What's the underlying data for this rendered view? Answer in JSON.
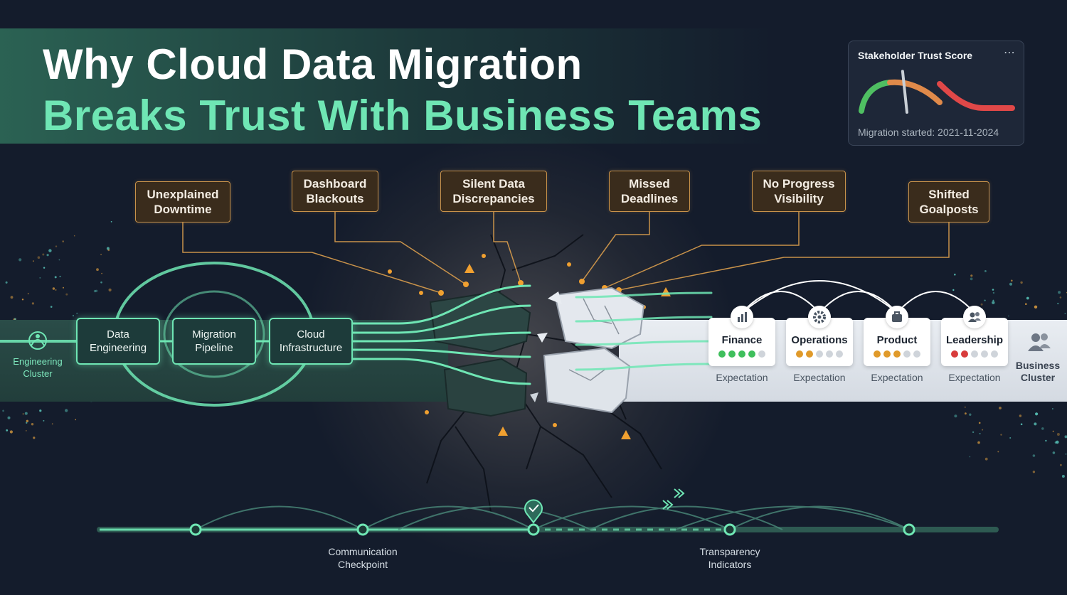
{
  "title": {
    "line1": "Why Cloud Data Migration",
    "line2": "Breaks Trust With Business Teams"
  },
  "trust_card": {
    "title": "Stakeholder Trust Score",
    "menu_icon": "more-dots-icon",
    "footer": "Migration started: 2021-11-2024",
    "gauge_level": 0.2,
    "colors": {
      "good": "#4fbf62",
      "mid": "#e08a4a",
      "bad": "#e04848"
    }
  },
  "issues": [
    "Unexplained\nDowntime",
    "Dashboard\nBlackouts",
    "Silent Data\nDiscrepancies",
    "Missed\nDeadlines",
    "No Progress\nVisibility",
    "Shifted\nGoalposts"
  ],
  "engineering": {
    "cluster_label": "Engineering\nCluster",
    "cluster_icon": "engineering-cluster-icon",
    "nodes": [
      "Data\nEngineering",
      "Migration\nPipeline",
      "Cloud\nInfrastructure"
    ]
  },
  "business": {
    "cluster_label": "Business\nCluster",
    "cluster_icon": "people-icon",
    "expectation_label": "Expectation",
    "teams": [
      {
        "name": "Finance",
        "icon": "bar-chart-icon",
        "filled": 4,
        "color": "#3fbf5c"
      },
      {
        "name": "Operations",
        "icon": "gear-icon",
        "filled": 2,
        "color": "#e09a2a"
      },
      {
        "name": "Product",
        "icon": "briefcase-icon",
        "filled": 3,
        "color": "#e09a2a"
      },
      {
        "name": "Leadership",
        "icon": "people-icon",
        "filled": 2,
        "color": "#d83c3c"
      }
    ],
    "dots_total": 5,
    "dot_empty_color": "#cfd4da"
  },
  "timeline": {
    "labels": [
      "Communication\nCheckpoint",
      "Transparency\nIndicators"
    ],
    "checkpoint_icon": "check-pin-icon",
    "arrow_icon": "fast-forward-icon"
  },
  "colors": {
    "accent": "#6fe6b4",
    "issue_border": "#c8924a",
    "spark": "#f0a030",
    "background": "#141c2c"
  }
}
